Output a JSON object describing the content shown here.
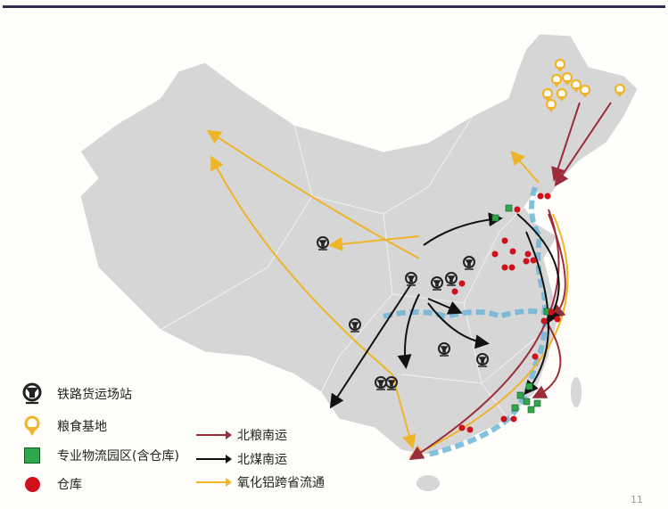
{
  "legend": {
    "station": "铁路货运场站",
    "grain_base": "粮食基地",
    "logistics_park": "专业物流园区(含仓库)",
    "warehouse": "仓库"
  },
  "flows": {
    "grain": {
      "label": "北粮南运",
      "color": "#9b2d3a"
    },
    "coal": {
      "label": "北煤南运",
      "color": "#111111"
    },
    "alumina": {
      "label": "氧化铝跨省流通",
      "color": "#f0b429"
    }
  },
  "colors": {
    "map": "#d6d6d6",
    "river": "#6fb6d9",
    "warehouse": "#d0101a",
    "park": "#2ea84a",
    "grain_base": "#f0b429",
    "header_line": "#2e2a52"
  },
  "page_number": "11"
}
